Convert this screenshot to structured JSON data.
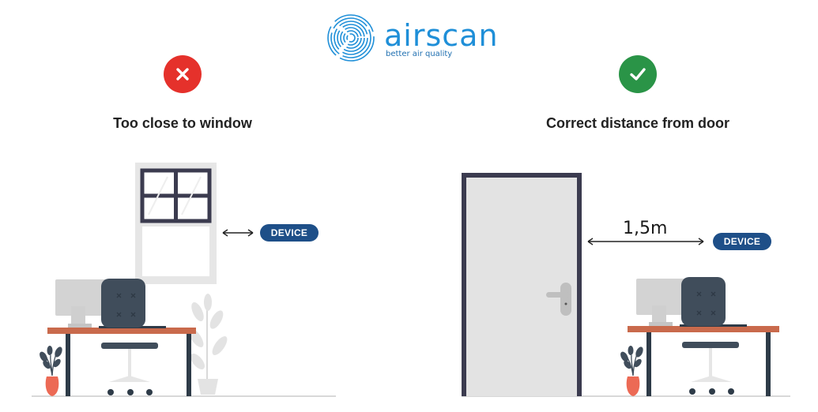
{
  "logo": {
    "name": "airscan",
    "tagline": "better air quality",
    "icon": "fingerprint-logo-icon"
  },
  "colors": {
    "brand_blue": "#1f8fd8",
    "badge_navy": "#1e4f88",
    "bad_red": "#e5312b",
    "good_green": "#2a9447",
    "desk_top": "#c96a4c",
    "chair": "#404d5b",
    "window_frame": "#3b3b4f",
    "door": "#e3e3e3",
    "pot": "#ec6a55"
  },
  "left": {
    "status_icon": "x-mark-icon",
    "caption": "Too close to window",
    "badge": "DEVICE",
    "arrow_icon": "double-arrow-icon"
  },
  "right": {
    "status_icon": "check-mark-icon",
    "caption": "Correct distance from door",
    "distance": "1,5m",
    "badge": "DEVICE",
    "arrow_icon": "double-arrow-icon"
  }
}
